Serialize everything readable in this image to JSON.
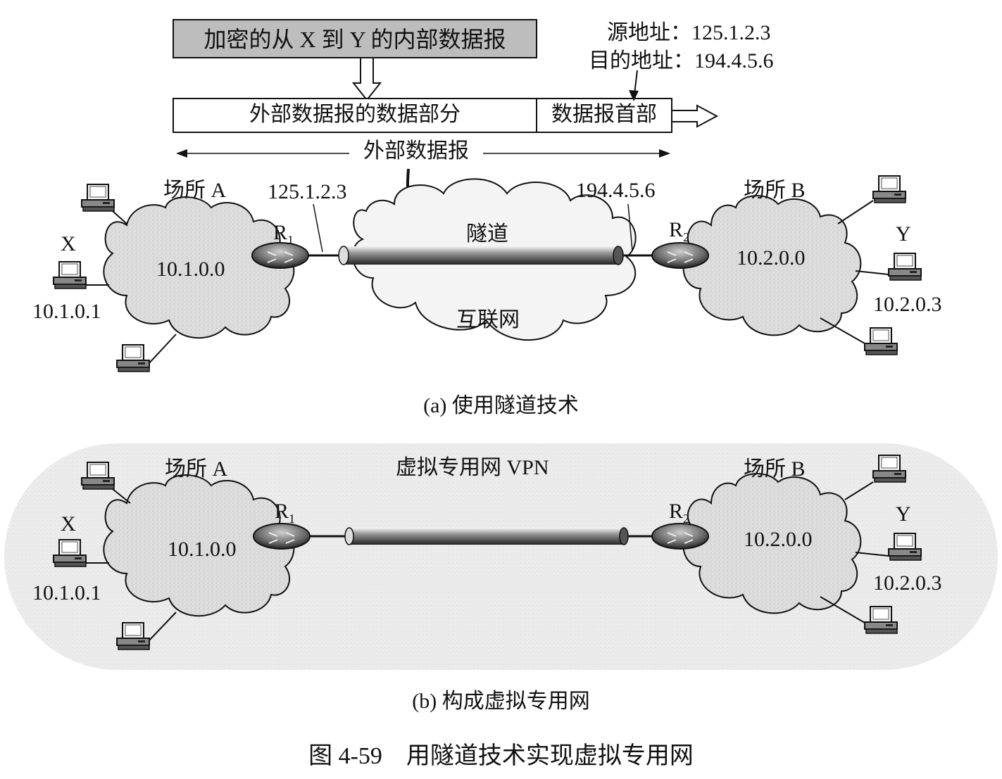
{
  "packet": {
    "inner_datagram": "加密的从 X 到 Y 的内部数据报",
    "data_part": "外部数据报的数据部分",
    "header": "数据报首部",
    "outer_datagram": "外部数据报",
    "src_line": "源地址：125.1.2.3",
    "dst_line": "目的地址：194.4.5.6"
  },
  "part_a": {
    "site_a": "场所 A",
    "site_b": "场所 B",
    "net_a": "10.1.0.0",
    "net_b": "10.2.0.0",
    "r1": "R",
    "r1_sub": "1",
    "r2": "R",
    "r2_sub": "2",
    "r1_addr": "125.1.2.3",
    "r2_addr": "194.4.5.6",
    "tunnel": "隧道",
    "internet": "互联网",
    "host_x": "X",
    "host_x_addr": "10.1.0.1",
    "host_y": "Y",
    "host_y_addr": "10.2.0.3",
    "caption": "(a) 使用隧道技术"
  },
  "part_b": {
    "site_a": "场所 A",
    "site_b": "场所 B",
    "net_a": "10.1.0.0",
    "net_b": "10.2.0.0",
    "r1": "R",
    "r1_sub": "1",
    "r2": "R",
    "r2_sub": "2",
    "vpn": "虚拟专用网 VPN",
    "host_x": "X",
    "host_x_addr": "10.1.0.1",
    "host_y": "Y",
    "host_y_addr": "10.2.0.3",
    "caption": "(b) 构成虚拟专用网"
  },
  "figure_caption": "图 4-59　用隧道技术实现虚拟专用网",
  "colors": {
    "cloud_fill": "#d9d9d9",
    "vpn_band": "#e6e6e6",
    "inner_box_fill": "#bdbdbd",
    "line": "#111111"
  }
}
